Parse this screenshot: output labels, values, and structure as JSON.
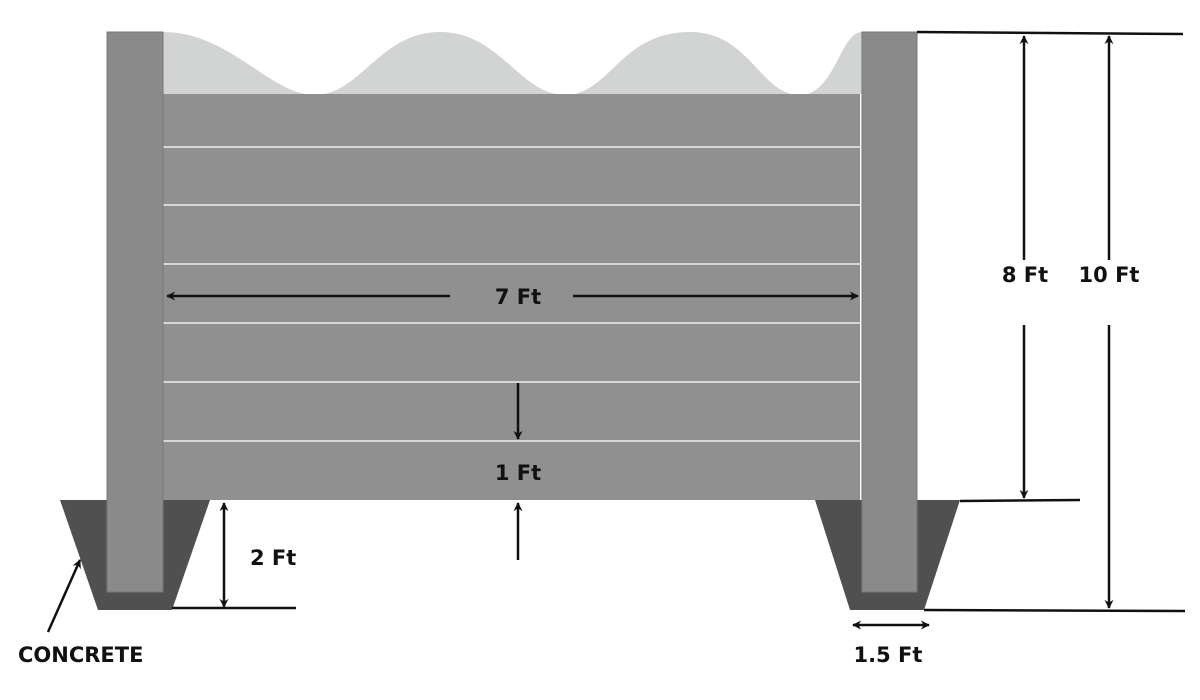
{
  "labels": {
    "width": "7 Ft",
    "board_height": "1 Ft",
    "depth": "2 Ft",
    "above_ground": "8 Ft",
    "total_post": "10 Ft",
    "footing_width": "1.5 Ft",
    "concrete": "CONCRETE"
  },
  "colors": {
    "post": "#8a8a8a",
    "post_edge": "#777777",
    "board": "#909090",
    "board_seam": "#d6d6d6",
    "top_cap": "#d2d3d3",
    "concrete": "#505050",
    "line": "#111111"
  }
}
